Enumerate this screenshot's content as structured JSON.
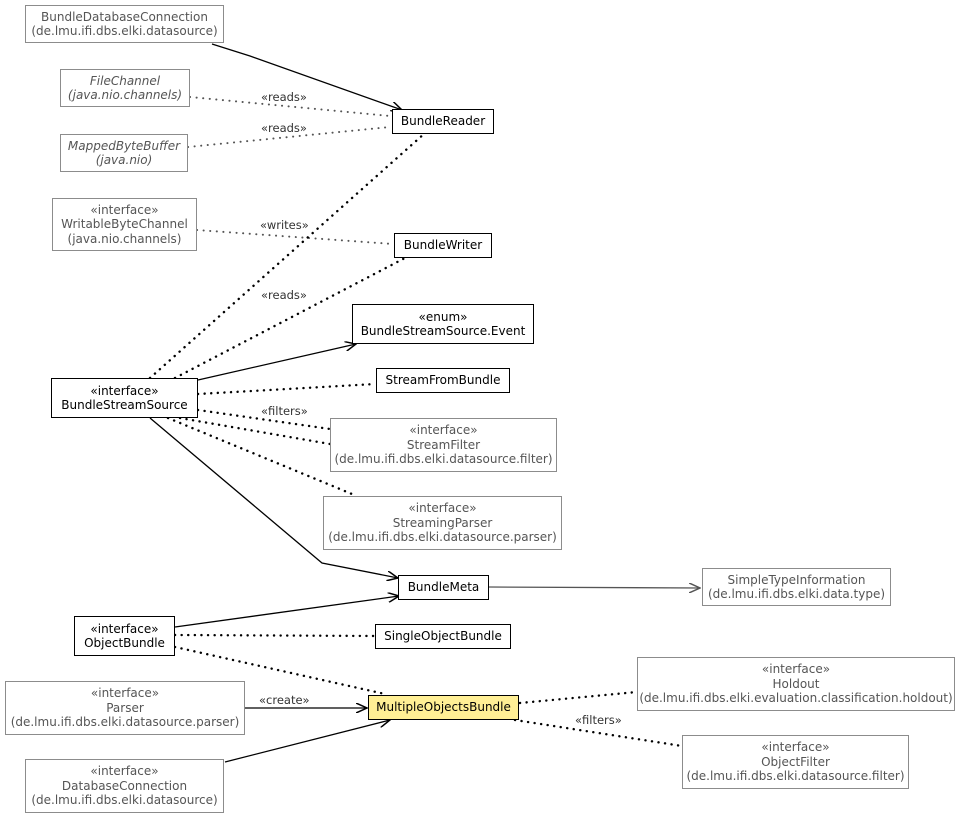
{
  "nodes": {
    "bundle_database_connection": [
      "BundleDatabaseConnection",
      "(de.lmu.ifi.dbs.elki.datasource)"
    ],
    "file_channel": [
      "FileChannel",
      "(java.nio.channels)"
    ],
    "mapped_byte_buffer": [
      "MappedByteBuffer",
      "(java.nio)"
    ],
    "writable_byte_channel": [
      "«interface»",
      "WritableByteChannel",
      "(java.nio.channels)"
    ],
    "bundle_reader": [
      "BundleReader"
    ],
    "bundle_writer": [
      "BundleWriter"
    ],
    "bundle_stream_source_event": [
      "«enum»",
      "BundleStreamSource.Event"
    ],
    "stream_from_bundle": [
      "StreamFromBundle"
    ],
    "bundle_stream_source": [
      "«interface»",
      "BundleStreamSource"
    ],
    "stream_filter": [
      "«interface»",
      "StreamFilter",
      "(de.lmu.ifi.dbs.elki.datasource.filter)"
    ],
    "streaming_parser": [
      "«interface»",
      "StreamingParser",
      "(de.lmu.ifi.dbs.elki.datasource.parser)"
    ],
    "bundle_meta": [
      "BundleMeta"
    ],
    "simple_type_information": [
      "SimpleTypeInformation",
      "(de.lmu.ifi.dbs.elki.data.type)"
    ],
    "object_bundle": [
      "«interface»",
      "ObjectBundle"
    ],
    "single_object_bundle": [
      "SingleObjectBundle"
    ],
    "holdout": [
      "«interface»",
      "Holdout",
      "(de.lmu.ifi.dbs.elki.evaluation.classification.holdout)"
    ],
    "parser": [
      "«interface»",
      "Parser",
      "(de.lmu.ifi.dbs.elki.datasource.parser)"
    ],
    "multiple_objects_bundle": [
      "MultipleObjectsBundle"
    ],
    "object_filter": [
      "«interface»",
      "ObjectFilter",
      "(de.lmu.ifi.dbs.elki.datasource.filter)"
    ],
    "database_connection": [
      "«interface»",
      "DatabaseConnection",
      "(de.lmu.ifi.dbs.elki.datasource)"
    ]
  },
  "edge_labels": {
    "file_channel_reads": "«reads»",
    "mapped_byte_buffer_reads": "«reads»",
    "writable_byte_channel_writes": "«writes»",
    "bundle_stream_source_reads": "«reads»",
    "bundle_stream_source_filters": "«filters»",
    "parser_create": "«create»",
    "object_filter_filters": "«filters»"
  },
  "colors": {
    "focus_fill": "#ffef95",
    "external_border": "#8c8c8c",
    "external_text": "#555555"
  }
}
